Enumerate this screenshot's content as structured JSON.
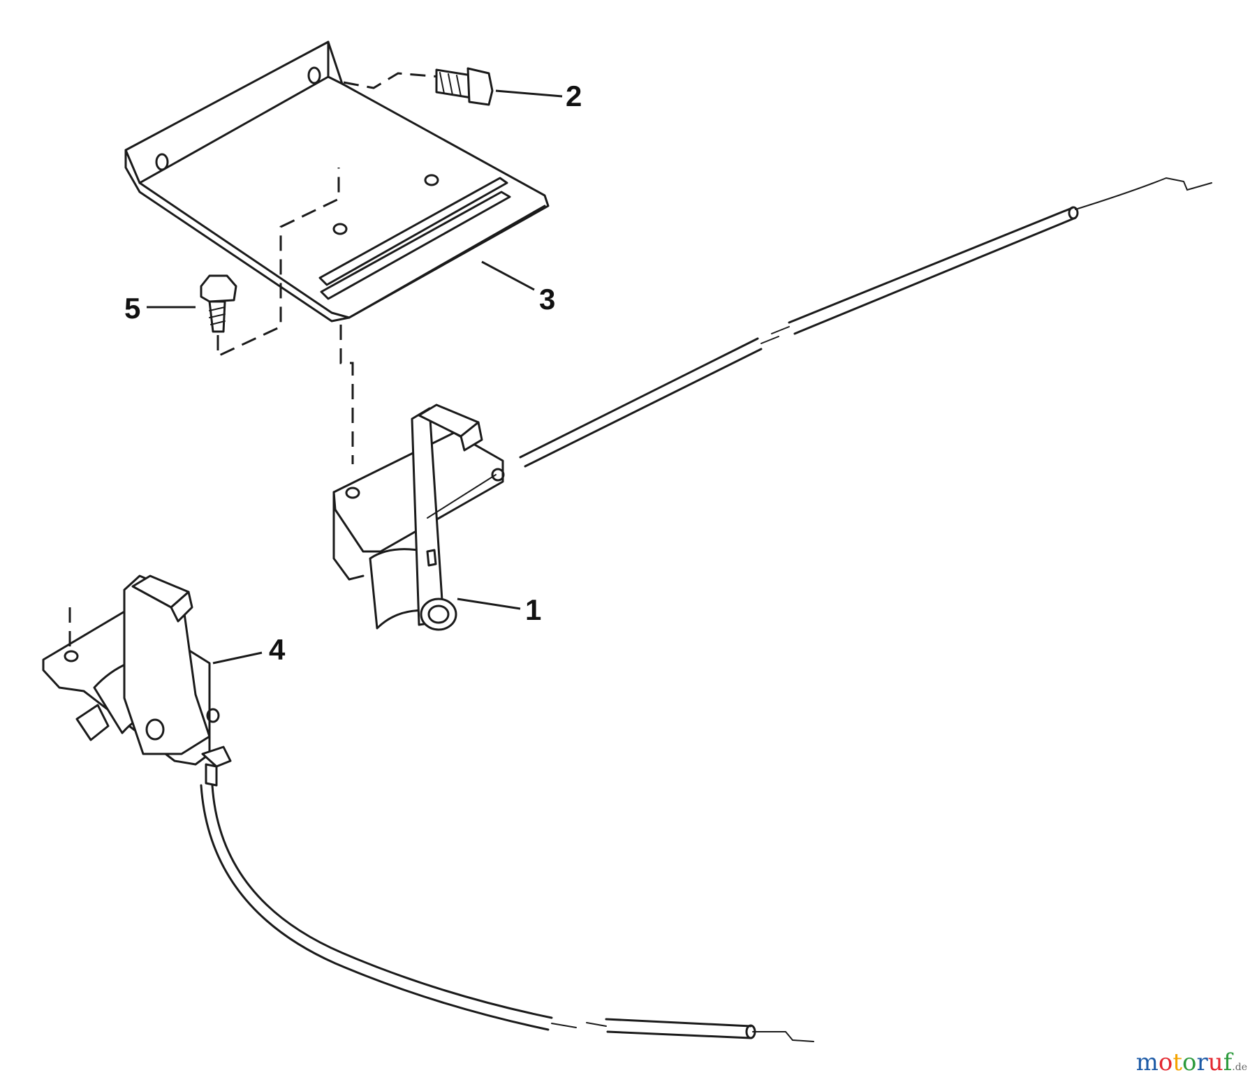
{
  "callouts": [
    {
      "id": "1",
      "label": "1"
    },
    {
      "id": "2",
      "label": "2"
    },
    {
      "id": "3",
      "label": "3"
    },
    {
      "id": "4",
      "label": "4"
    },
    {
      "id": "5",
      "label": "5"
    }
  ],
  "watermark": {
    "letters": [
      "m",
      "o",
      "t",
      "o",
      "r",
      "u",
      "f"
    ],
    "colors": [
      "#1c5aa6",
      "#e3262e",
      "#f4a300",
      "#2c9a3c",
      "#1c5aa6",
      "#e3262e",
      "#2c9a3c"
    ],
    "tld": ".de"
  }
}
